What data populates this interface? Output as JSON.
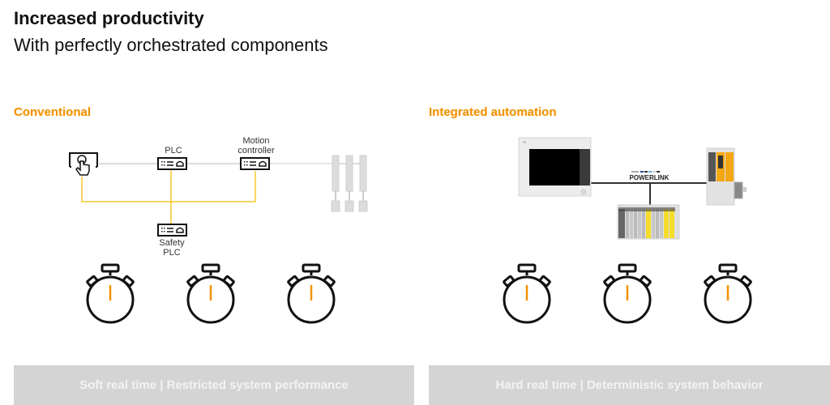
{
  "header": {
    "title": "Increased productivity",
    "subtitle": "With perfectly orchestrated components"
  },
  "conventional": {
    "heading": "Conventional",
    "labels": {
      "plc": "PLC",
      "motion_controller_line1": "Motion",
      "motion_controller_line2": "controller",
      "safety_plc_line1": "Safety",
      "safety_plc_line2": "PLC"
    },
    "stopwatch_count": 3,
    "footer": "Soft real time | Restricted system performance"
  },
  "integrated": {
    "heading": "Integrated automation",
    "network_label": "POWERLINK",
    "network_small_label": "ETHERNET",
    "stopwatch_count": 3,
    "footer": "Hard real time | Deterministic system behavior"
  },
  "colors": {
    "accent": "#f39200",
    "safety_line": "#f7c629",
    "bar_bg": "#d4d4d4",
    "bar_text": "#f3f3f3"
  }
}
